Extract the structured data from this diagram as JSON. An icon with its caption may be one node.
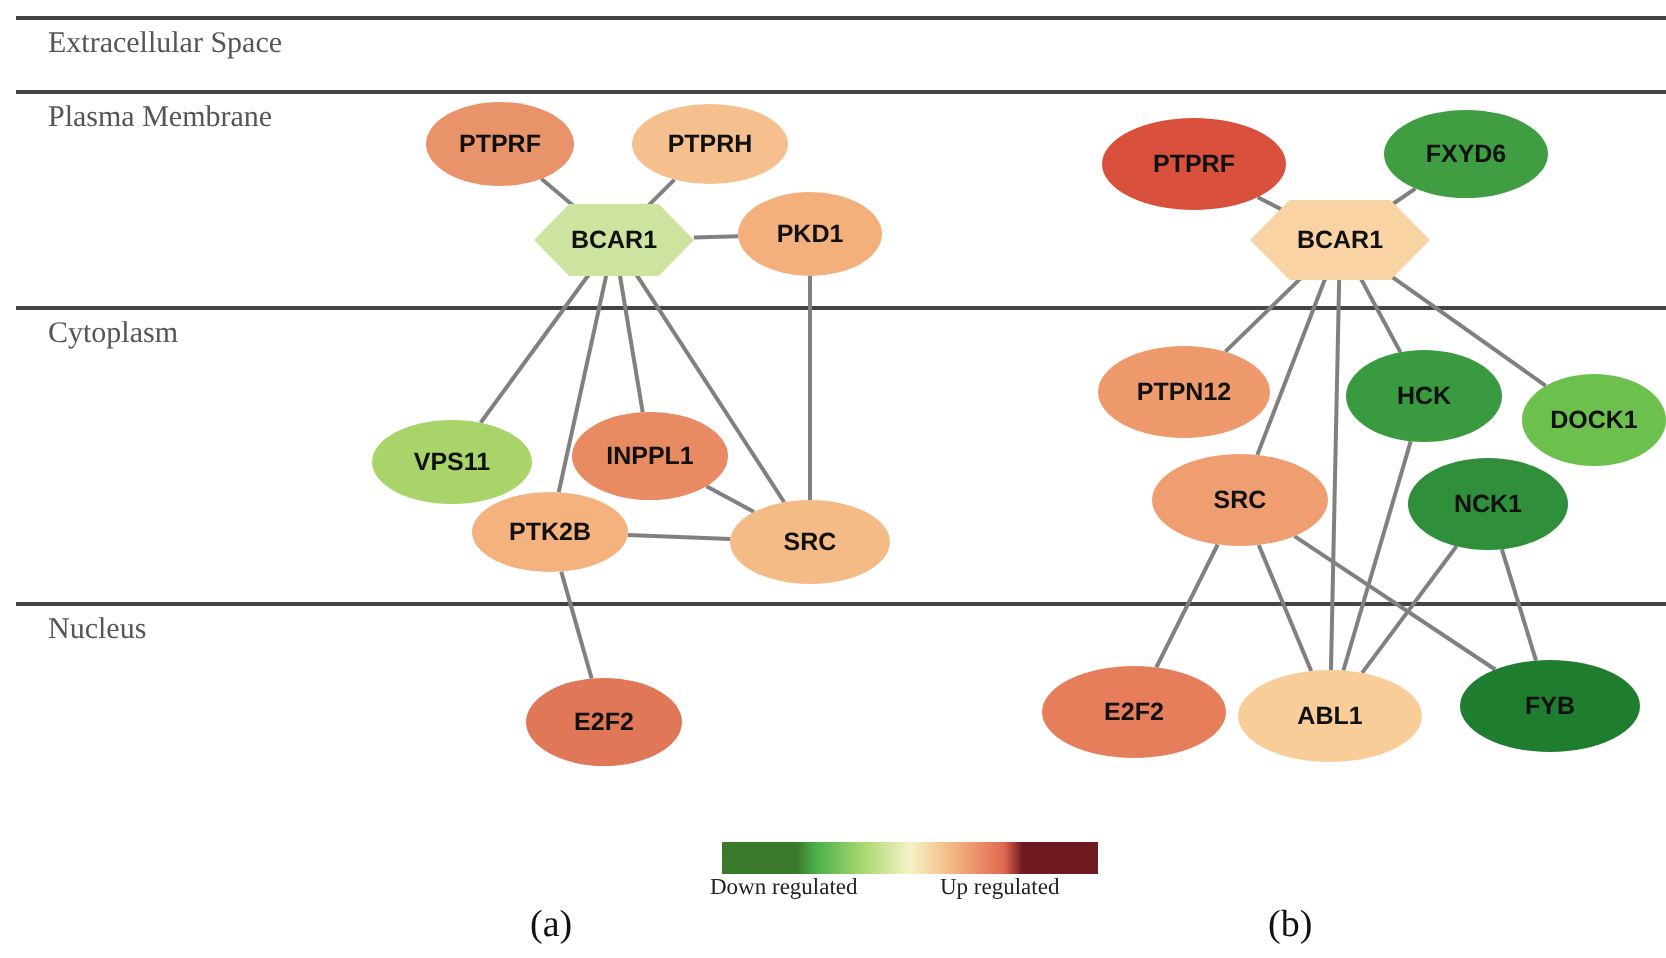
{
  "diagram": {
    "nodes": [
      {
        "text": [
          "Extracellular Space"
        ]
      },
      {
        "text": [
          "Plasma Membrane"
        ]
      },
      {
        "text": [
          "Cytoplasm"
        ]
      },
      {
        "text": [
          "Nucleus"
        ]
      },
      {
        "text": [
          "PTPRF"
        ],
        "in": 1
      },
      {
        "text": [
          "PTPRH"
        ],
        "in": 1
      },
      {
        "text": [
          "BCAR1"
        ],
        "in": 1
      },
      {
        "text": [
          "PKD1"
        ],
        "in": 1
      },
      {
        "text": [
          "VPS11"
        ],
        "in": 2
      },
      {
        "text": [
          "INPPL1"
        ],
        "in": 2
      },
      {
        "text": [
          "PTK2B"
        ],
        "in": 2
      },
      {
        "text": [
          "SRC"
        ],
        "in": 2
      },
      {
        "text": [
          "E2F2"
        ],
        "in": 3
      },
      {
        "text": [
          "PTPRF"
        ],
        "in": 1
      },
      {
        "text": [
          "FXYD6"
        ],
        "in": 1
      },
      {
        "text": [
          "BCAR1"
        ],
        "in": 1
      },
      {
        "text": [
          "PTPN12"
        ],
        "in": 2
      },
      {
        "text": [
          "HCK"
        ],
        "in": 2
      },
      {
        "text": [
          "DOCK1"
        ],
        "in": 2
      },
      {
        "text": [
          "SRC"
        ],
        "in": 2
      },
      {
        "text": [
          "NCK1"
        ],
        "in": 2
      },
      {
        "text": [
          "E2F2"
        ],
        "in": 3
      },
      {
        "text": [
          "ABL1"
        ],
        "in": 3
      },
      {
        "text": [
          "FYB"
        ],
        "in": 3
      }
    ],
    "edges": [
      {
        "from": 6,
        "to": 4,
        "arrow": "none"
      },
      {
        "from": 6,
        "to": 5,
        "arrow": "none"
      },
      {
        "from": 6,
        "to": 7,
        "arrow": "none"
      },
      {
        "from": 6,
        "to": 8,
        "arrow": "none"
      },
      {
        "from": 6,
        "to": 10,
        "arrow": "none"
      },
      {
        "from": 6,
        "to": 9,
        "arrow": "none"
      },
      {
        "from": 6,
        "to": 11,
        "arrow": "none"
      },
      {
        "from": 7,
        "to": 11,
        "arrow": "none"
      },
      {
        "from": 9,
        "to": 11,
        "arrow": "none"
      },
      {
        "from": 10,
        "to": 11,
        "arrow": "none"
      },
      {
        "from": 10,
        "to": 12,
        "arrow": "none"
      },
      {
        "from": 15,
        "to": 13,
        "arrow": "none"
      },
      {
        "from": 15,
        "to": 14,
        "arrow": "none"
      },
      {
        "from": 15,
        "to": 16,
        "arrow": "none"
      },
      {
        "from": 15,
        "to": 19,
        "arrow": "none"
      },
      {
        "from": 15,
        "to": 22,
        "arrow": "none"
      },
      {
        "from": 15,
        "to": 17,
        "arrow": "none"
      },
      {
        "from": 15,
        "to": 18,
        "arrow": "none"
      },
      {
        "from": 17,
        "to": 22,
        "arrow": "none"
      },
      {
        "from": 20,
        "to": 22,
        "arrow": "none"
      },
      {
        "from": 20,
        "to": 23,
        "arrow": "none"
      },
      {
        "from": 19,
        "to": 21,
        "arrow": "none"
      },
      {
        "from": 19,
        "to": 22,
        "arrow": "none"
      },
      {
        "from": 19,
        "to": 23,
        "arrow": "none"
      }
    ],
    "labels": [
      "(a)",
      "(b)"
    ],
    "legend": [
      {
        "text": "Down regulated",
        "color": "#3b7a2c"
      },
      {
        "text": "Up regulated",
        "color": "#6e1a1e"
      }
    ]
  }
}
